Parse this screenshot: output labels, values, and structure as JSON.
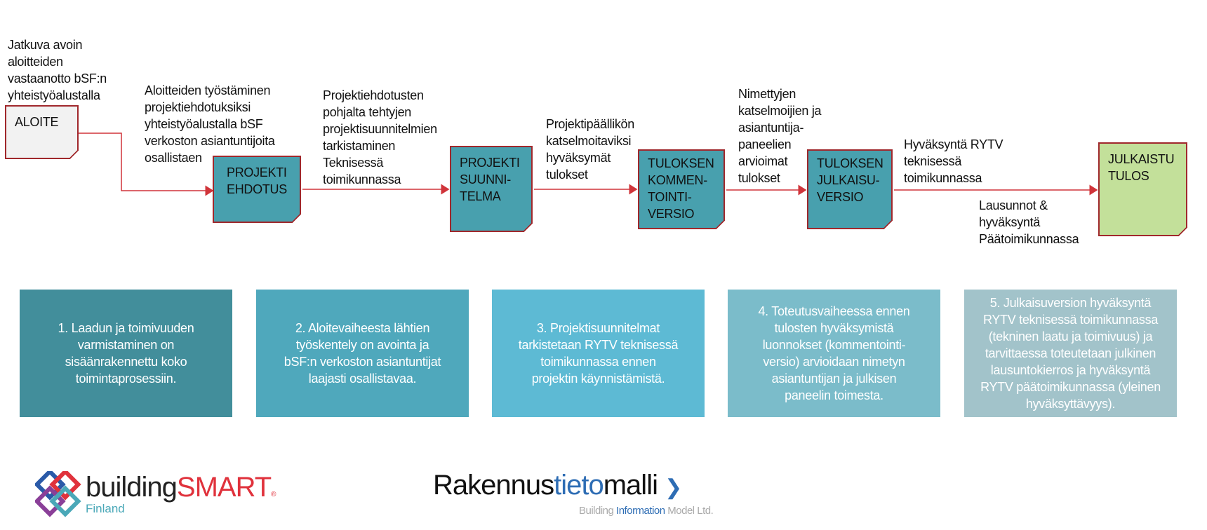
{
  "flow": {
    "labels": {
      "intake": "Jatkuva avoin\naloitteiden\nvastaanotto bSF:n\nyhteistyöalustalla",
      "to_proposal": "Aloitteiden työstäminen\nprojektiehdotuksiksi\nyhteistyöalustalla bSF\nverkoston asiantuntijoita\nosallistaen",
      "to_plan": "Projektiehdotusten\npohjalta tehtyjen\nprojektisuunnitelmien\ntarkistaminen\nTeknisessä\ntoimikunnassa",
      "to_comment": "Projektipäällikön\nkatselmoitaviksi\nhyväksymät\ntulokset",
      "to_release": "Nimettyjen\nkatselmoijien ja\nasiantuntija-\npaneelien\narvioimat\ntulokset",
      "to_published_top": "Hyväksyntä RYTV\nteknisessä\ntoimikunnassa",
      "to_published_bottom": "Lausunnot &\nhyväksyntä\nPäätoimikunnassa"
    },
    "steps": [
      {
        "label": "ALOITE"
      },
      {
        "label": "PROJEKTI\nEHDOTUS"
      },
      {
        "label": "PROJEKTI\nSUUNNI-\nTELMA"
      },
      {
        "label": "TULOKSEN\nKOMMEN-\nTOINTI-\nVERSIO"
      },
      {
        "label": "TULOKSEN\nJULKAISU-\nVERSIO"
      },
      {
        "label": "JULKAISTU\nTULOS"
      }
    ],
    "colors": {
      "border": "#a0282c",
      "arrow": "#d0343a",
      "teal": "#48a0ae",
      "draft": "#f2f2f2",
      "published": "#c3e09a"
    }
  },
  "principles": [
    {
      "text": "1. Laadun ja toimivuuden\nvarmistaminen on\nsisäänrakennettu koko\ntoimintaprosessiin.",
      "color": "#428e9b"
    },
    {
      "text": "2. Aloitevaiheesta lähtien\ntyöskentely on avointa ja\nbSF:n verkoston asiantuntijat\nlaajasti osallistavaa.",
      "color": "#4fa8bc"
    },
    {
      "text": "3. Projektisuunnitelmat\ntarkistetaan RYTV teknisessä\ntoimikunnassa ennen\nprojektin käynnistämistä.",
      "color": "#5dbad4"
    },
    {
      "text": "4. Toteutusvaiheessa ennen\ntulosten hyväksymistä\nluonnokset (kommentointi-\nversio) arvioidaan nimetyn\nasiantuntijan ja julkisen\npaneelin toimesta.",
      "color": "#7bbcca"
    },
    {
      "text": "5. Julkaisuversion hyväksyntä\nRYTV teknisessä toimikunnassa\n(tekninen laatu ja toimivuus) ja\ntarvittaessa toteutetaan julkinen\nlausuntokierros ja hyväksyntä\nRYTV päätoimikunnassa (yleinen\nhyväksyttävyys).",
      "color": "#a2c3ca"
    }
  ],
  "logos": {
    "bsf": {
      "word1": "building",
      "word2": "SMART",
      "reg": "®",
      "sub": "Finland"
    },
    "rtm": {
      "word1": "Rakennus",
      "word2": "tieto",
      "word3": "malli",
      "chevron": "❯",
      "sub1": "Building ",
      "sub2": "Information",
      "sub3": " Model Ltd."
    }
  }
}
